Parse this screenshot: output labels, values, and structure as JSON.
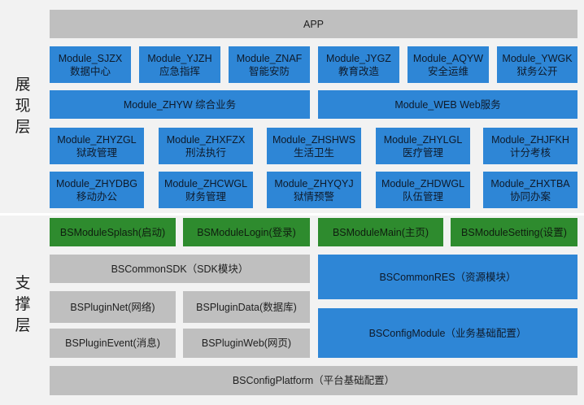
{
  "layers": {
    "presentation": {
      "chars": [
        "展",
        "现",
        "层"
      ]
    },
    "support": {
      "chars": [
        "支",
        "撑",
        "层"
      ]
    }
  },
  "app": "APP",
  "modules_row1": [
    {
      "line1": "Module_SJZX",
      "line2": "数据中心"
    },
    {
      "line1": "Module_YJZH",
      "line2": "应急指挥"
    },
    {
      "line1": "Module_ZNAF",
      "line2": "智能安防"
    },
    {
      "line1": "Module_JYGZ",
      "line2": "教育改造"
    },
    {
      "line1": "Module_AQYW",
      "line2": "安全运维"
    },
    {
      "line1": "Module_YWGK",
      "line2": "狱务公开"
    }
  ],
  "modules_wide": [
    {
      "label": "Module_ZHYW 综合业务"
    },
    {
      "label": "Module_WEB Web服务"
    }
  ],
  "modules_row3": [
    {
      "line1": "Module_ZHYZGL",
      "line2": "狱政管理"
    },
    {
      "line1": "Module_ZHXFZX",
      "line2": "刑法执行"
    },
    {
      "line1": "Module_ZHSHWS",
      "line2": "生活卫生"
    },
    {
      "line1": "Module_ZHYLGL",
      "line2": "医疗管理"
    },
    {
      "line1": "Module_ZHJFKH",
      "line2": "计分考核"
    }
  ],
  "modules_row4": [
    {
      "line1": "Module_ZHYDBG",
      "line2": "移动办公"
    },
    {
      "line1": "Module_ZHCWGL",
      "line2": "财务管理"
    },
    {
      "line1": "Module_ZHYQYJ",
      "line2": "狱情预警"
    },
    {
      "line1": "Module_ZHDWGL",
      "line2": "队伍管理"
    },
    {
      "line1": "Module_ZHXTBA",
      "line2": "协同办案"
    }
  ],
  "support_green": [
    {
      "label": "BSModuleSplash(启动)"
    },
    {
      "label": "BSModuleLogin(登录)"
    },
    {
      "label": "BSModuleMain(主页)"
    },
    {
      "label": "BSModuleSetting(设置)"
    }
  ],
  "support": {
    "sdk": "BSCommonSDK（SDK模块）",
    "res": "BSCommonRES（资源模块）",
    "net": "BSPluginNet(网络)",
    "data": "BSPluginData(数据库)",
    "event": "BSPluginEvent(消息)",
    "web": "BSPluginWeb(网页)",
    "config_module": "BSConfigModule（业务基础配置）",
    "config_platform": "BSConfigPlatform（平台基础配置）"
  }
}
